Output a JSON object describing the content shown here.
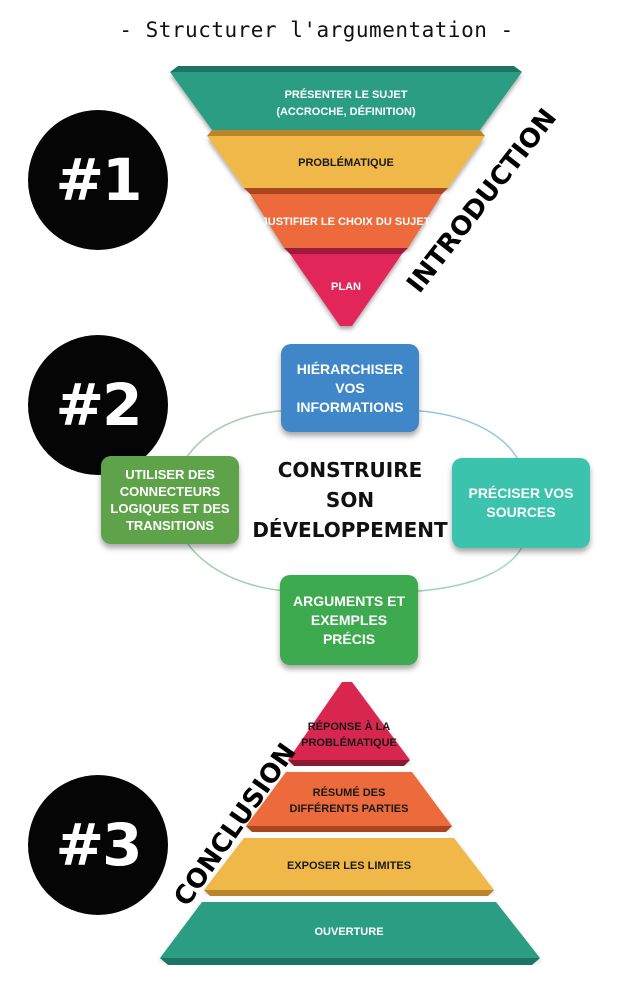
{
  "title": "- Structurer l'argumentation -",
  "sections": {
    "introduction": {
      "badge": "#1",
      "label": "INTRODUCTION",
      "steps": [
        {
          "line1": "PRÉSENTER LE SUJET",
          "line2": "(ACCROCHE, DÉFINITION)",
          "color": "#2a9d82"
        },
        {
          "line1": "PROBLÉMATIQUE",
          "line2": "",
          "color": "#f0b84a"
        },
        {
          "line1": "JUSTIFIER LE CHOIX DU SUJET",
          "line2": "",
          "color": "#ec6a3a"
        },
        {
          "line1": "PLAN",
          "line2": "",
          "color": "#e3285a"
        }
      ]
    },
    "development": {
      "badge": "#2",
      "center_title": [
        "CONSTRUIRE",
        "SON",
        "DÉVELOPPEMENT"
      ],
      "boxes": {
        "top": {
          "text": "HIÉRARCHISER VOS INFORMATIONS",
          "color": "#3f87c9"
        },
        "left": {
          "text": "UTILISER DES CONNECTEURS LOGIQUES ET DES TRANSITIONS",
          "color": "#5ea34a"
        },
        "right": {
          "text": "PRÉCISER VOS SOURCES",
          "color": "#3cc3ad"
        },
        "bottom": {
          "text": "ARGUMENTS ET EXEMPLES PRÉCIS",
          "color": "#3daa4f"
        }
      }
    },
    "conclusion": {
      "badge": "#3",
      "label": "CONCLUSION",
      "steps": [
        {
          "line1": "RÉPONSE À LA",
          "line2": "PROBLÉMATIQUE",
          "color": "#d8264f"
        },
        {
          "line1": "RÉSUMÉ DES",
          "line2": "DIFFÉRENTS PARTIES",
          "color": "#ec6a3a"
        },
        {
          "line1": "EXPOSER LES LIMITES",
          "line2": "",
          "color": "#f0b84a"
        },
        {
          "line1": "OUVERTURE",
          "line2": "",
          "color": "#2a9d82"
        }
      ]
    }
  }
}
